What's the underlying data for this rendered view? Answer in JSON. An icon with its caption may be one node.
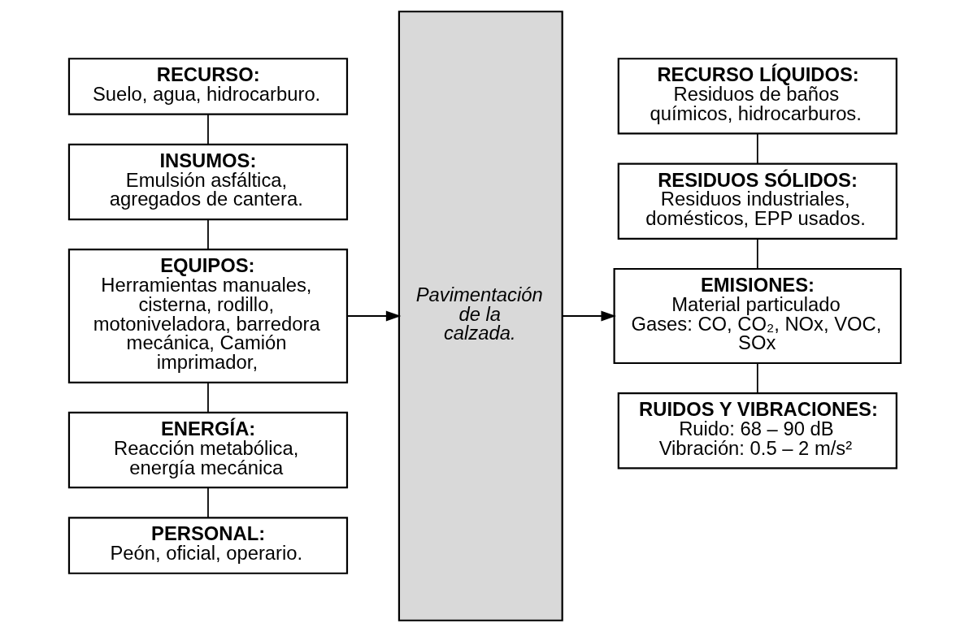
{
  "diagram": {
    "nodes": [
      {
        "text": [
          "RECURSO:",
          "Suelo, agua, hidrocarburo."
        ]
      },
      {
        "text": [
          "INSUMOS:",
          "Emulsión asfáltica, agregados de cantera."
        ]
      },
      {
        "text": [
          "EQUIPOS:",
          "Herramientas manuales, cisterna, rodillo, motoniveladora, barredora mecánica, Camión imprimador,"
        ]
      },
      {
        "text": [
          "ENERGÍA:",
          "Reacción metabólica, energía mecánica"
        ]
      },
      {
        "text": [
          "PERSONAL:",
          "Peón, oficial, operario."
        ]
      },
      {
        "text": [
          "Pavimentación de la calzada."
        ]
      },
      {
        "text": [
          "RECURSO LÍQUIDOS:",
          "Residuos de baños químicos, hidrocarburos."
        ]
      },
      {
        "text": [
          "RESIDUOS SÓLIDOS:",
          "Residuos industriales, domésticos, EPP usados."
        ]
      },
      {
        "text": [
          "EMISIONES:",
          "Material particulado",
          "Gases: CO, CO₂, NOx, VOC, SOx"
        ]
      },
      {
        "text": [
          "RUIDOS Y VIBRACIONES:",
          "Ruido: 68 – 90 dB",
          "Vibración: 0.5 – 2 m/s²"
        ]
      }
    ],
    "edges": [
      {
        "from": 0,
        "to": 1,
        "arrow": "none"
      },
      {
        "from": 1,
        "to": 2,
        "arrow": "none"
      },
      {
        "from": 2,
        "to": 3,
        "arrow": "none"
      },
      {
        "from": 3,
        "to": 4,
        "arrow": "none"
      },
      {
        "from": 2,
        "to": 5,
        "arrow": "to"
      },
      {
        "from": 5,
        "to": 8,
        "arrow": "to"
      },
      {
        "from": 6,
        "to": 7,
        "arrow": "none"
      },
      {
        "from": 7,
        "to": 8,
        "arrow": "none"
      },
      {
        "from": 8,
        "to": 9,
        "arrow": "none"
      }
    ]
  }
}
